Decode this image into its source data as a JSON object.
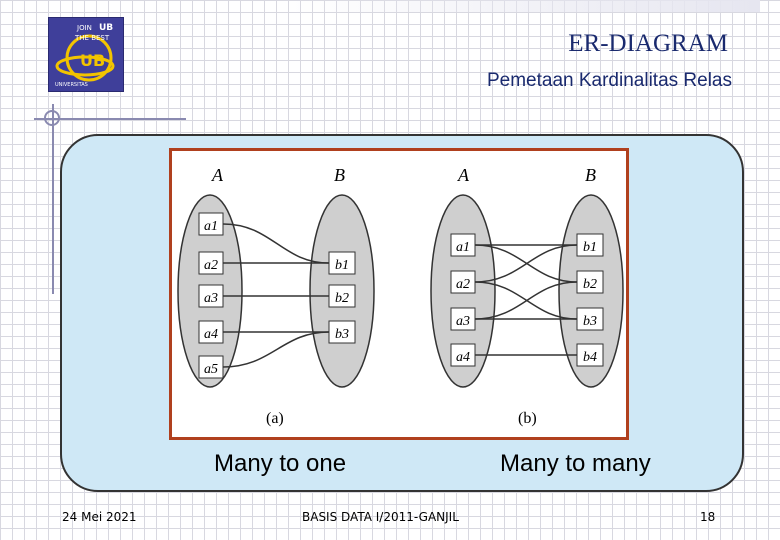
{
  "header": {
    "title": "ER-DIAGRAM",
    "subtitle": "Pemetaan Kardinalitas Relas",
    "logo": {
      "line1": "JOIN",
      "line2": "UB",
      "line3": "THE BEST",
      "line4": "UB",
      "caption": "UNIVERSITAS"
    }
  },
  "diagram_a": {
    "set_a_label": "A",
    "set_b_label": "B",
    "a_items": [
      "a1",
      "a2",
      "a3",
      "a4",
      "a5"
    ],
    "b_items": [
      "b1",
      "b2",
      "b3"
    ],
    "caption": "(a)"
  },
  "diagram_b": {
    "set_a_label": "A",
    "set_b_label": "B",
    "a_items": [
      "a1",
      "a2",
      "a3",
      "a4"
    ],
    "b_items": [
      "b1",
      "b2",
      "b3",
      "b4"
    ],
    "caption": "(b)"
  },
  "captions": {
    "left": "Many to one",
    "right": "Many to many"
  },
  "footer": {
    "date": "24 Mei 2021",
    "course": "BASIS DATA I/2011-GANJIL",
    "page": "18"
  },
  "colors": {
    "panel": "#cfe8f6",
    "frame": "#b0401e",
    "title": "#1a2a6e",
    "ellipse": "#cfcfcf"
  }
}
